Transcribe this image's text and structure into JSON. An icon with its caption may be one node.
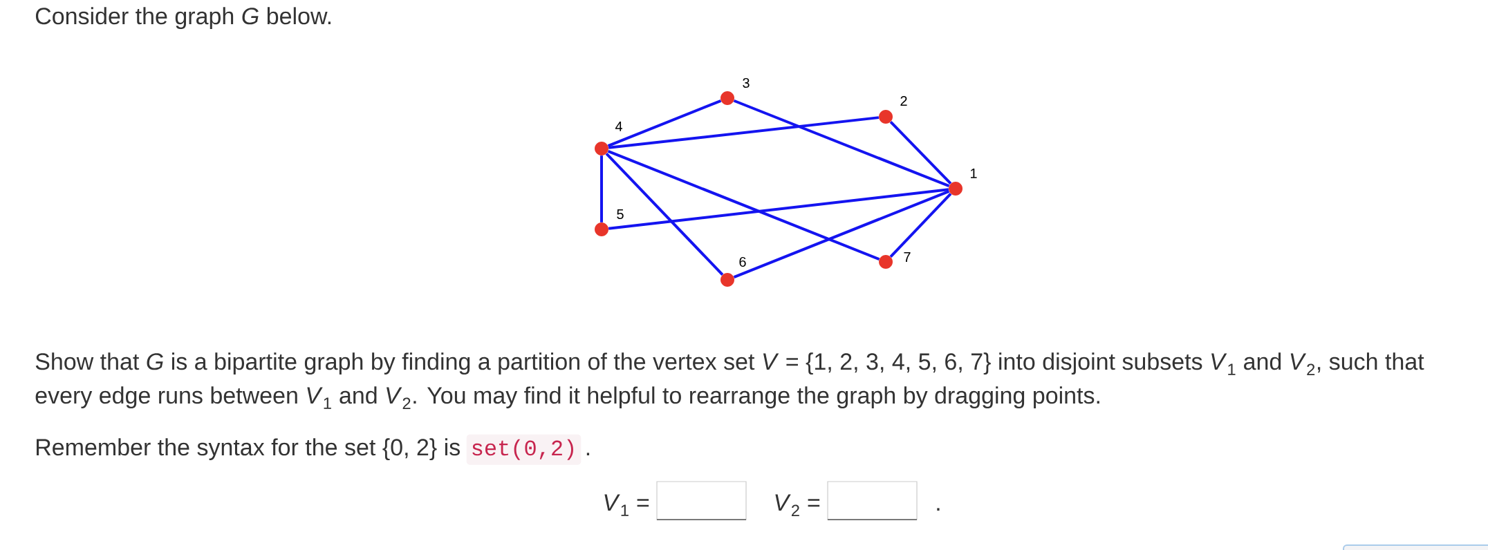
{
  "diagram": {
    "nodes": [
      {
        "text": [],
        "shape": "circle",
        "beside": [
          "1"
        ]
      },
      {
        "text": [],
        "shape": "circle",
        "beside": [
          "2"
        ]
      },
      {
        "text": [],
        "shape": "circle",
        "beside": [
          "3"
        ]
      },
      {
        "text": [],
        "shape": "circle",
        "beside": [
          "4"
        ]
      },
      {
        "text": [],
        "shape": "circle",
        "beside": [
          "5"
        ]
      },
      {
        "text": [],
        "shape": "circle",
        "beside": [
          "6"
        ]
      },
      {
        "text": [],
        "shape": "circle",
        "beside": [
          "7"
        ]
      }
    ],
    "edges": [
      {
        "from": 3,
        "to": 2,
        "arrow": "none"
      },
      {
        "from": 2,
        "to": 0,
        "arrow": "none"
      },
      {
        "from": 3,
        "to": 1,
        "arrow": "none"
      },
      {
        "from": 1,
        "to": 0,
        "arrow": "none"
      },
      {
        "from": 3,
        "to": 4,
        "arrow": "none"
      },
      {
        "from": 3,
        "to": 5,
        "arrow": "none"
      },
      {
        "from": 3,
        "to": 6,
        "arrow": "none"
      },
      {
        "from": 4,
        "to": 0,
        "arrow": "none"
      },
      {
        "from": 5,
        "to": 0,
        "arrow": "none"
      },
      {
        "from": 6,
        "to": 0,
        "arrow": "none"
      }
    ],
    "labels": [
      "Consider the graph *G* below.",
      "Show that *G* is a bipartite graph by finding a partition of the vertex set *V* = {1, 2, 3, 4, 5, 6, 7} into disjoint subsets *V*$_{1}$ and *V*$_{2}$, such that every edge runs between *V*$_{1}$ and *V*$_{2}$. You may find it helpful to rearrange the graph by dragging points.",
      "Remember the syntax for the set {0, 2} is",
      "set(0,2)",
      ".",
      "*V*$_{1}$ =",
      "*V*$_{2}$ =",
      "."
    ]
  }
}
